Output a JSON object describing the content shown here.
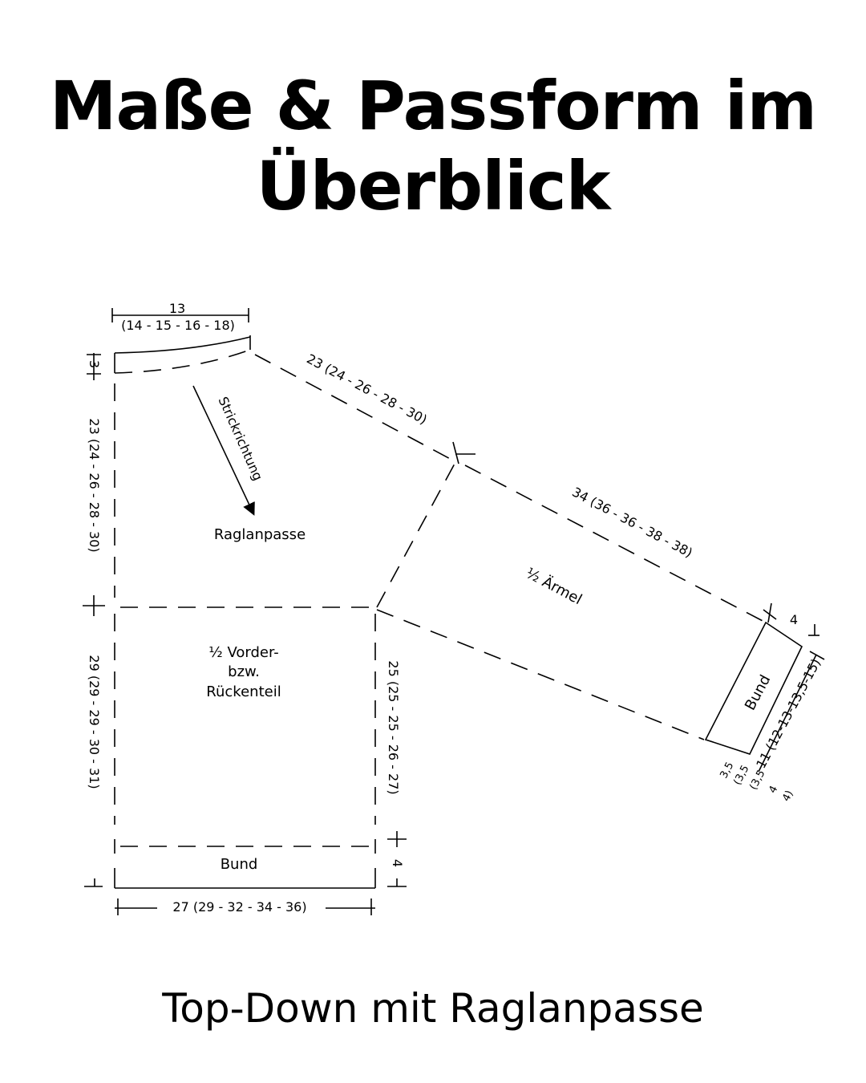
{
  "page": {
    "title_line1": "Maße & Passform im",
    "title_line2": "Überblick",
    "subtitle": "Top-Down mit Raglanpasse"
  },
  "diagram": {
    "neck": {
      "top": "13",
      "sizes": "(14 - 15 - 16 - 18)",
      "height": "3"
    },
    "yoke": {
      "label": "Raglanpasse",
      "depth": "23 (24 - 26 - 28 - 30)",
      "raglan": "23 (24 - 26 - 28 - 30)"
    },
    "direction": "Strickrichtung",
    "body": {
      "label_1": "½ Vorder-",
      "label_2": "bzw.",
      "label_3": "Rückenteil",
      "length": "29 (29 - 29 - 30 - 31)",
      "side": "25 (25 - 25 - 26 - 27)",
      "width": "27 (29 - 32 - 34 - 36)"
    },
    "hem": {
      "label": "Bund",
      "height": "4"
    },
    "sleeve": {
      "label": "½ Ärmel",
      "length": "34 (36 - 36 - 38 - 38)",
      "cuff_label": "Bund",
      "cuff_height": "4",
      "cuff_width": "11 (12-13-13,5-15)",
      "cuff_small_1": "3,5",
      "cuff_small_2": "(3,5",
      "cuff_small_3": "(3,5",
      "cuff_small_4": "4",
      "cuff_small_5": "4)"
    }
  }
}
